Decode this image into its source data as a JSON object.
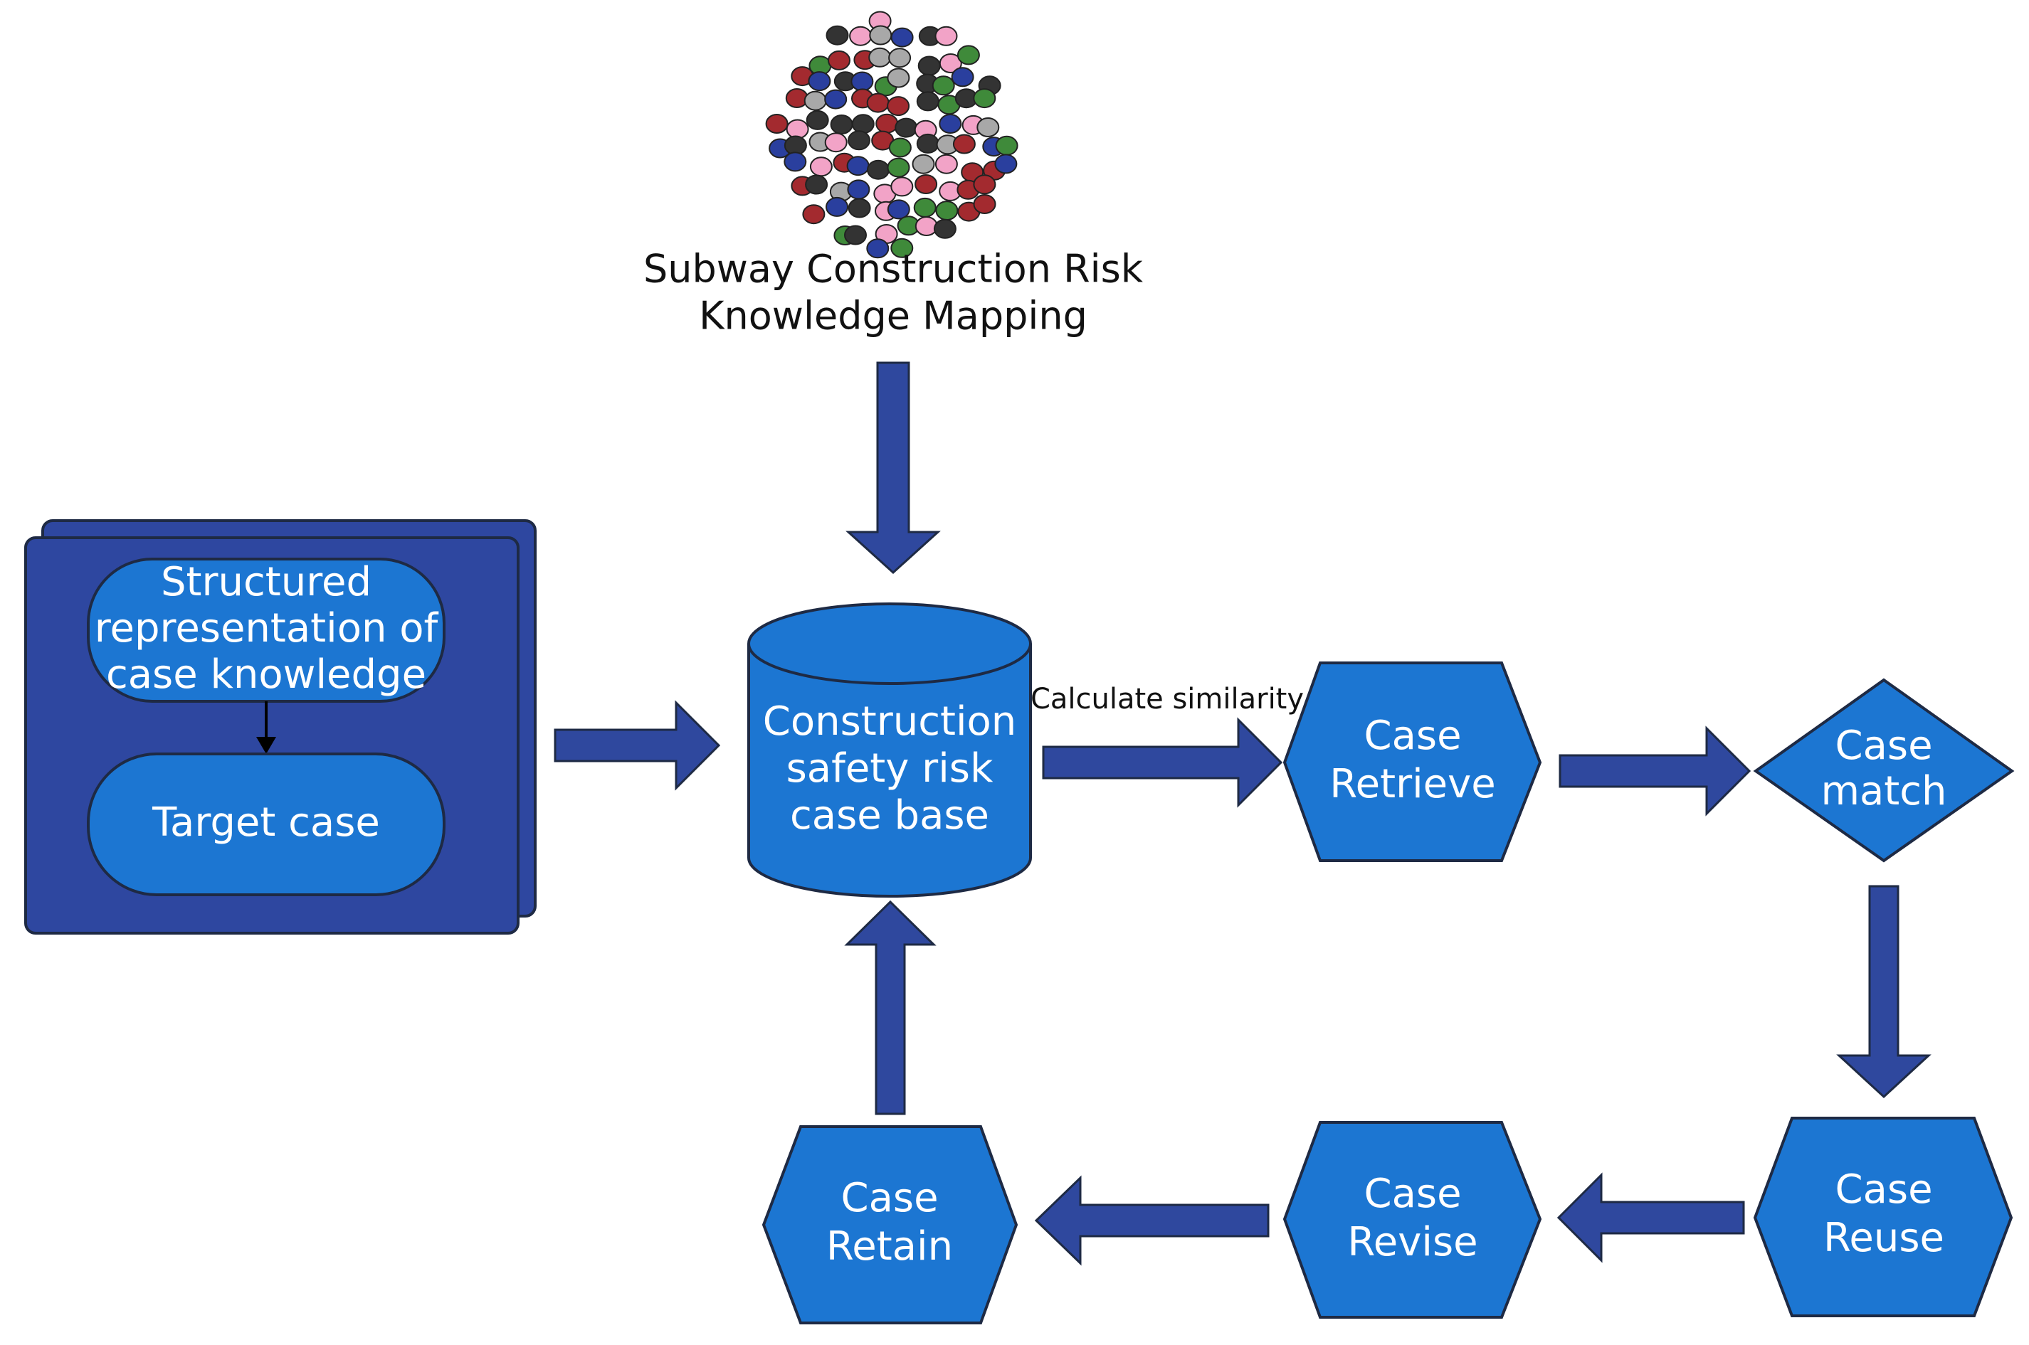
{
  "knowledge_graph": {
    "label_line1": "Subway Construction Risk",
    "label_line2": "Knowledge Mapping"
  },
  "input_panel": {
    "structured_line1": "Structured",
    "structured_line2": "representation of",
    "structured_line3": "case knowledge",
    "target_case": "Target case"
  },
  "case_base": {
    "line1": "Construction",
    "line2": "safety risk",
    "line3": "case base"
  },
  "similarity_label": "Calculate similarity",
  "nodes": {
    "retrieve": {
      "line1": "Case",
      "line2": "Retrieve"
    },
    "match": {
      "line1": "Case",
      "line2": "match"
    },
    "reuse": {
      "line1": "Case",
      "line2": "Reuse"
    },
    "revise": {
      "line1": "Case",
      "line2": "Revise"
    },
    "retain": {
      "line1": "Case",
      "line2": "Retain"
    }
  },
  "colors": {
    "node_fill": "#1c76d2",
    "arrow_fill": "#2f489e",
    "panel_fill": "#2e47a0",
    "dot_colors": [
      "#2a3f9e",
      "#3f8a3a",
      "#a32a2f",
      "#f2a3c7",
      "#a8a8a8",
      "#333333"
    ]
  }
}
